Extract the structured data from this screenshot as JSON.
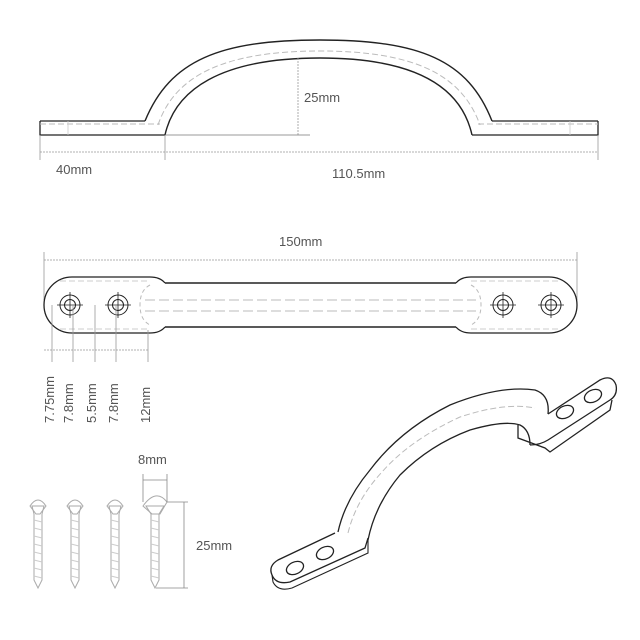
{
  "diagram": {
    "subject": "Metal grab handle technical drawing",
    "side_view": {
      "height_label": "25mm",
      "foot_length_label": "40mm",
      "span_label": "110.5mm"
    },
    "top_view": {
      "overall_length_label": "150mm",
      "hole_spacing_labels": [
        "7.75mm",
        "7.8mm",
        "5.5mm",
        "7.8mm",
        "12mm"
      ]
    },
    "screws": {
      "count": 4,
      "head_diameter_label": "8mm",
      "length_label": "25mm"
    },
    "isometric_view": {
      "description": "3D view of handle with two screw holes in each foot"
    }
  },
  "colors": {
    "outline": "#222222",
    "hidden_line": "#bbbbbb",
    "dimension_line": "#888888",
    "label_text": "#555555",
    "background": "#ffffff"
  }
}
